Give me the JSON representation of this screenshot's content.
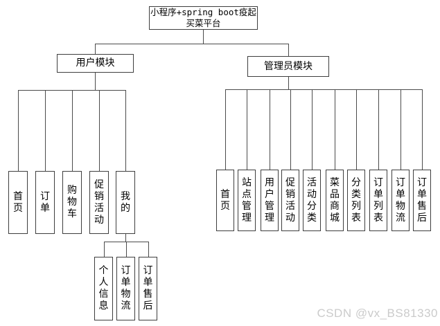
{
  "title": {
    "line1": "小程序+spring boot疫起",
    "line2": "买菜平台"
  },
  "user_module": {
    "label": "用户模块",
    "children": [
      "首页",
      "订单",
      "购物车",
      "促销活动",
      "我的"
    ],
    "my_children": [
      "个人信息",
      "订单物流",
      "订单售后"
    ]
  },
  "admin_module": {
    "label": "管理员模块",
    "children": [
      "首页",
      "站点管理",
      "用户管理",
      "促销活动",
      "活动分类",
      "菜品商城",
      "分类列表",
      "订单列表",
      "订单物流",
      "订单售后"
    ]
  },
  "watermark": "CSDN @vx_BS81330",
  "colors": {
    "line": "#4a4a4a",
    "border": "#3d3d3d",
    "watermark": "#cbcbcb"
  }
}
